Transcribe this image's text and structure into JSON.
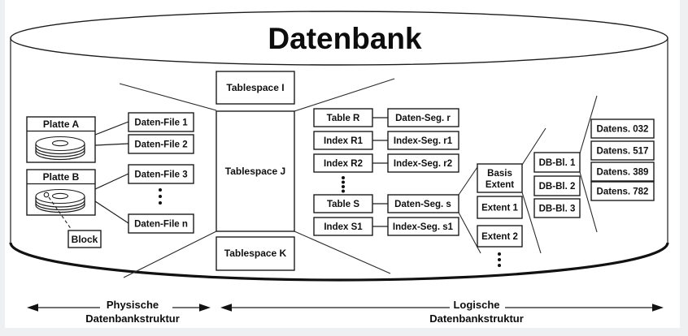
{
  "title": "Datenbank",
  "physical": {
    "disk_a": "Platte A",
    "disk_b": "Platte B",
    "block": "Block",
    "files": [
      "Daten-File 1",
      "Daten-File 2",
      "Daten-File 3",
      "Daten-File n"
    ]
  },
  "tablespaces": [
    "Tablespace I",
    "Tablespace J",
    "Tablespace K"
  ],
  "segments": [
    {
      "object": "Table R",
      "segment": "Daten-Seg. r"
    },
    {
      "object": "Index R1",
      "segment": "Index-Seg. r1"
    },
    {
      "object": "Index R2",
      "segment": "Index-Seg. r2"
    },
    {
      "object": "Table S",
      "segment": "Daten-Seg. s"
    },
    {
      "object": "Index S1",
      "segment": "Index-Seg. s1"
    }
  ],
  "extents": {
    "basis_line1": "Basis",
    "basis_line2": "Extent",
    "extent_1": "Extent 1",
    "extent_2": "Extent 2"
  },
  "db_blocks": [
    "DB-Bl. 1",
    "DB-Bl. 2",
    "DB-Bl. 3"
  ],
  "records": [
    "Datens. 032",
    "Datens. 517",
    "Datens. 389",
    "Datens. 782"
  ],
  "legend": {
    "physical_line1": "Physische",
    "physical_line2": "Datenbankstruktur",
    "logical_line1": "Logische",
    "logical_line2": "Datenbankstruktur"
  },
  "colors": {
    "stroke": "#1c1c1c",
    "fill": "#ffffff",
    "background": "#eef0f2"
  }
}
